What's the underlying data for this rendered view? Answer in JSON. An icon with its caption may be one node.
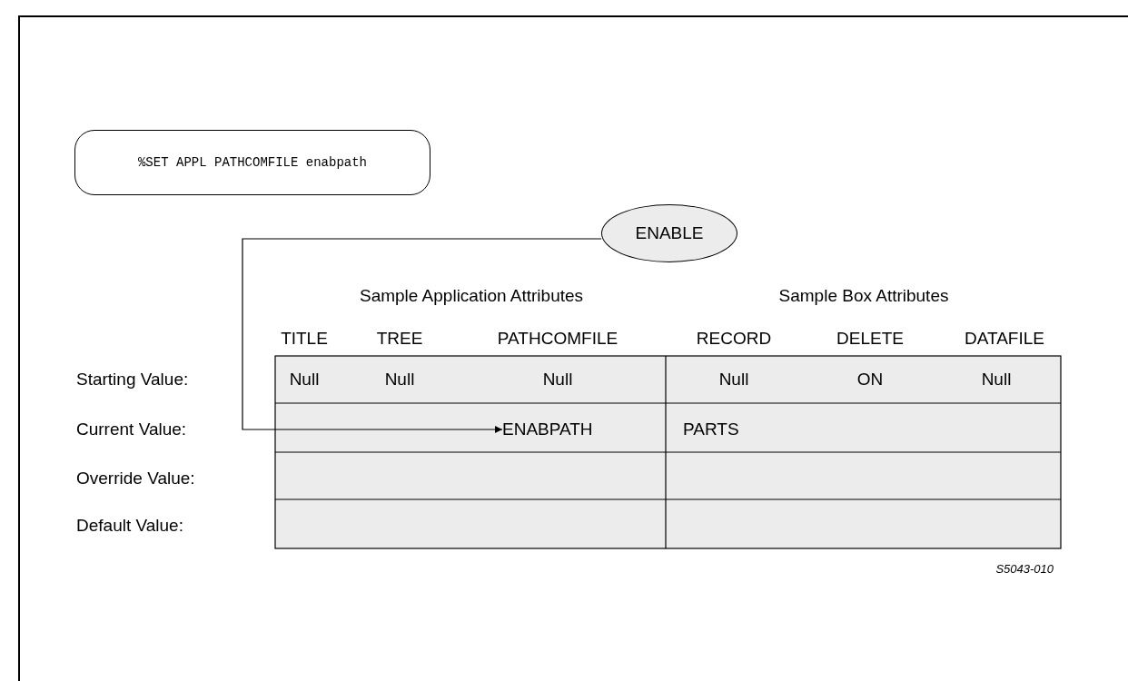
{
  "diagram": {
    "nodes": [
      {
        "text": [
          "%SET APPL PATHCOMFILE enabpath"
        ]
      },
      {
        "text": [
          "ENABLE"
        ]
      },
      {
        "text": [
          "ENABPATH"
        ]
      }
    ],
    "edges": [
      {
        "from": 1,
        "to": 2,
        "arrow": "to"
      }
    ],
    "labels": [
      "Sample Application Attributes",
      "Sample Box Attributes",
      "TITLE",
      "TREE",
      "PATHCOMFILE",
      "RECORD",
      "DELETE",
      "DATAFILE",
      "Starting Value:",
      "Null",
      "Null",
      "Null",
      "Null",
      "ON",
      "Null",
      "Current Value:",
      "PARTS",
      "Override Value:",
      "Default Value:",
      "S5043-010"
    ]
  }
}
